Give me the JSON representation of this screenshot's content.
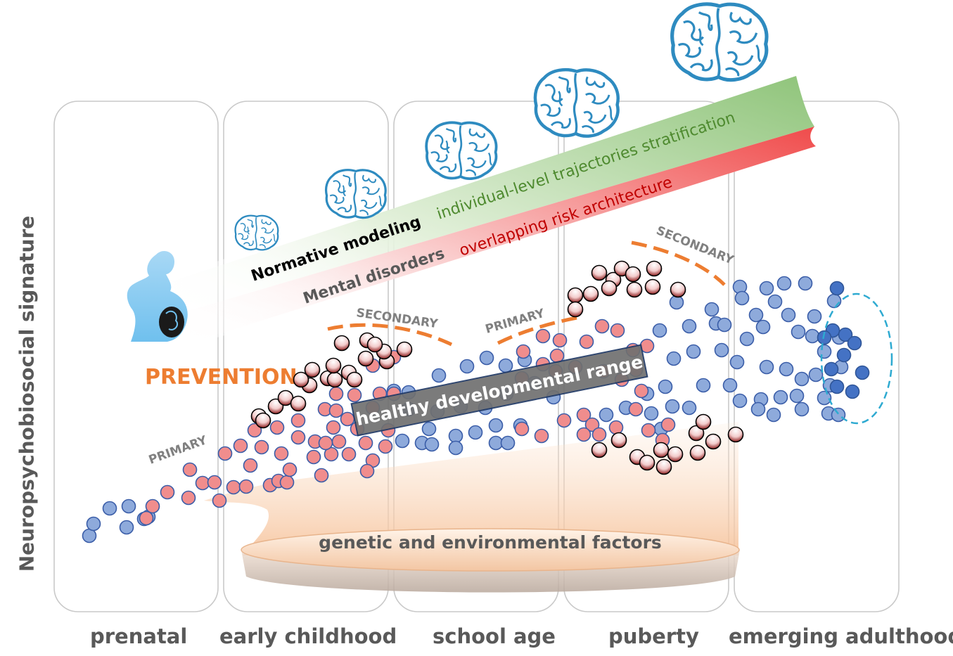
{
  "y_axis_label": "Neuropsychobiosocial signature",
  "stages": [
    "prenatal",
    "early childhood",
    "school age",
    "puberty",
    "emerging adulthood"
  ],
  "band": {
    "normative_label": "Normative modeling",
    "normative_text": "individual-level trajectories stratification",
    "disorders_label": "Mental disorders",
    "disorders_text": "overlapping risk architecture"
  },
  "prevention_label": "PREVENTION",
  "primary_label": "PRIMARY",
  "secondary_label": "SECONDARY",
  "healthy_range_label": "healthy developmental range",
  "factors_label": "genetic and environmental factors",
  "icons": [
    "brain-icon",
    "pregnant-woman-icon"
  ],
  "colors": {
    "blue_dot": "#8eaadb",
    "red_dot": "#f08d8d",
    "risk_dot": "#a52a2a",
    "orange_accent": "#ed7d31",
    "green_band": "#92c47d",
    "red_band": "#f25c5c",
    "brain_outline": "#2e8bc0",
    "dashed_ellipse": "#2eaad1"
  }
}
